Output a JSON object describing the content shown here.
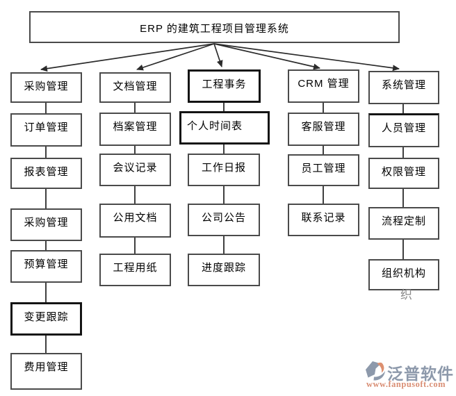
{
  "title": "ERP 的建筑工程项目管理系统",
  "columns": [
    {
      "header": "采购管理",
      "items": [
        "订单管理",
        "报表管理",
        "采购管理",
        "预算管理",
        "变更跟踪",
        "费用管理"
      ]
    },
    {
      "header": "文档管理",
      "items": [
        "档案管理",
        "会议记录",
        "公用文档",
        "工程用纸"
      ]
    },
    {
      "header": "工程事务",
      "items": [
        "个人时间表",
        "工作日报",
        "公司公告",
        "进度跟踪"
      ]
    },
    {
      "header": "CRM 管理",
      "items": [
        "客服管理",
        "员工管理",
        "联系记录"
      ]
    },
    {
      "header": "系统管理",
      "items": [
        "人员管理",
        "权限管理",
        "流程定制",
        "组织机构"
      ]
    }
  ],
  "stray_text": "织",
  "watermark": {
    "brand_name": "泛普软件",
    "url": "www.fanpusoft.com",
    "brand_color": "#8d99ab",
    "accent_color": "#d98e74"
  },
  "colors": {
    "box_border": "#4a4a4a",
    "bold_box_border": "#141414",
    "text": "#000000",
    "arrow": "#2b2b2b"
  }
}
